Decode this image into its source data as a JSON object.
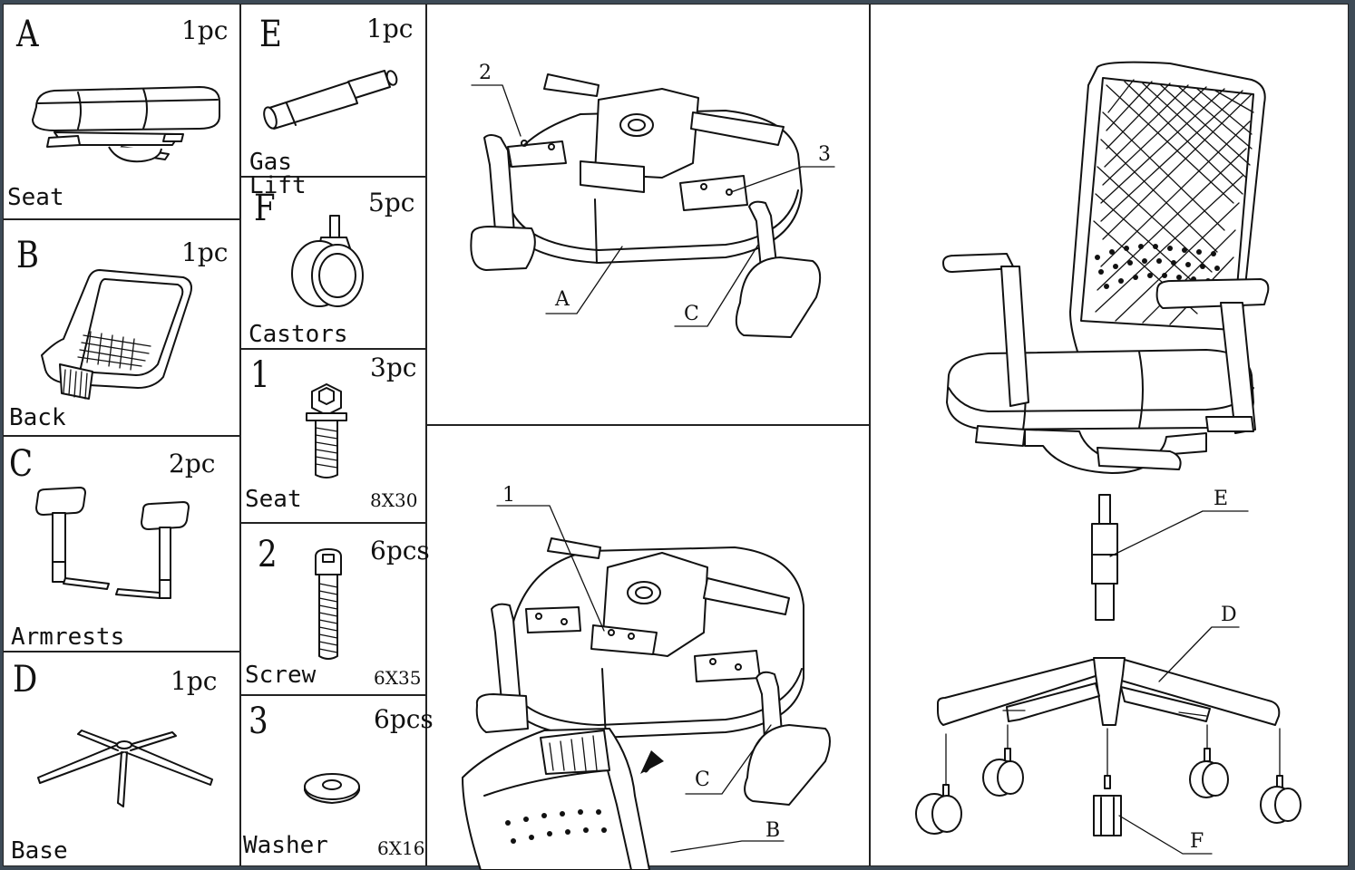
{
  "parts": {
    "A": {
      "letter": "A",
      "qty": "1pc",
      "name": "Seat"
    },
    "B": {
      "letter": "B",
      "qty": "1pc",
      "name": "Back"
    },
    "C": {
      "letter": "C",
      "qty": "2pc",
      "name": "Armrests"
    },
    "D": {
      "letter": "D",
      "qty": "1pc",
      "name": "Base"
    },
    "E": {
      "letter": "E",
      "qty": "1pc",
      "name": "Gas Lift"
    },
    "F": {
      "letter": "F",
      "qty": "5pc",
      "name": "Castors"
    }
  },
  "hardware": {
    "h1": {
      "num": "1",
      "qty": "3pc",
      "name": "Seat",
      "size": "8X30"
    },
    "h2": {
      "num": "2",
      "qty": "6pcs",
      "name": "Screw",
      "size": "6X35"
    },
    "h3": {
      "num": "3",
      "qty": "6pcs",
      "name": "Washer",
      "size": "6X16"
    }
  },
  "step1": {
    "callout_2": "2",
    "callout_3": "3",
    "callout_a": "A",
    "callout_c": "C"
  },
  "step2": {
    "callout_1": "1",
    "callout_c": "C",
    "callout_b": "B"
  },
  "final": {
    "callout_e": "E",
    "callout_d": "D",
    "callout_f": "F"
  }
}
